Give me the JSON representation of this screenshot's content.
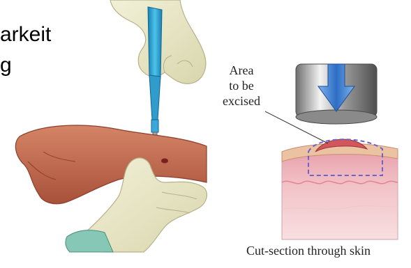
{
  "slide": {
    "text_lines": [
      "arkeit",
      "g"
    ]
  },
  "diagram": {
    "area_label_lines": [
      "Area",
      "to be",
      "excised"
    ],
    "caption": "Cut-section through skin"
  },
  "colors": {
    "glove": "#e9e8c9",
    "skin_hand": "#c96f52",
    "punch_tool": "#2aa4d4",
    "skin_surface": "#ecc3a2",
    "dermis": "#e7a3ae",
    "lesion": "#d2575c",
    "dashed_outline": "#6a64c8",
    "arrow_blue": "#3d7ccf",
    "sleeve": "#86c7b5"
  }
}
